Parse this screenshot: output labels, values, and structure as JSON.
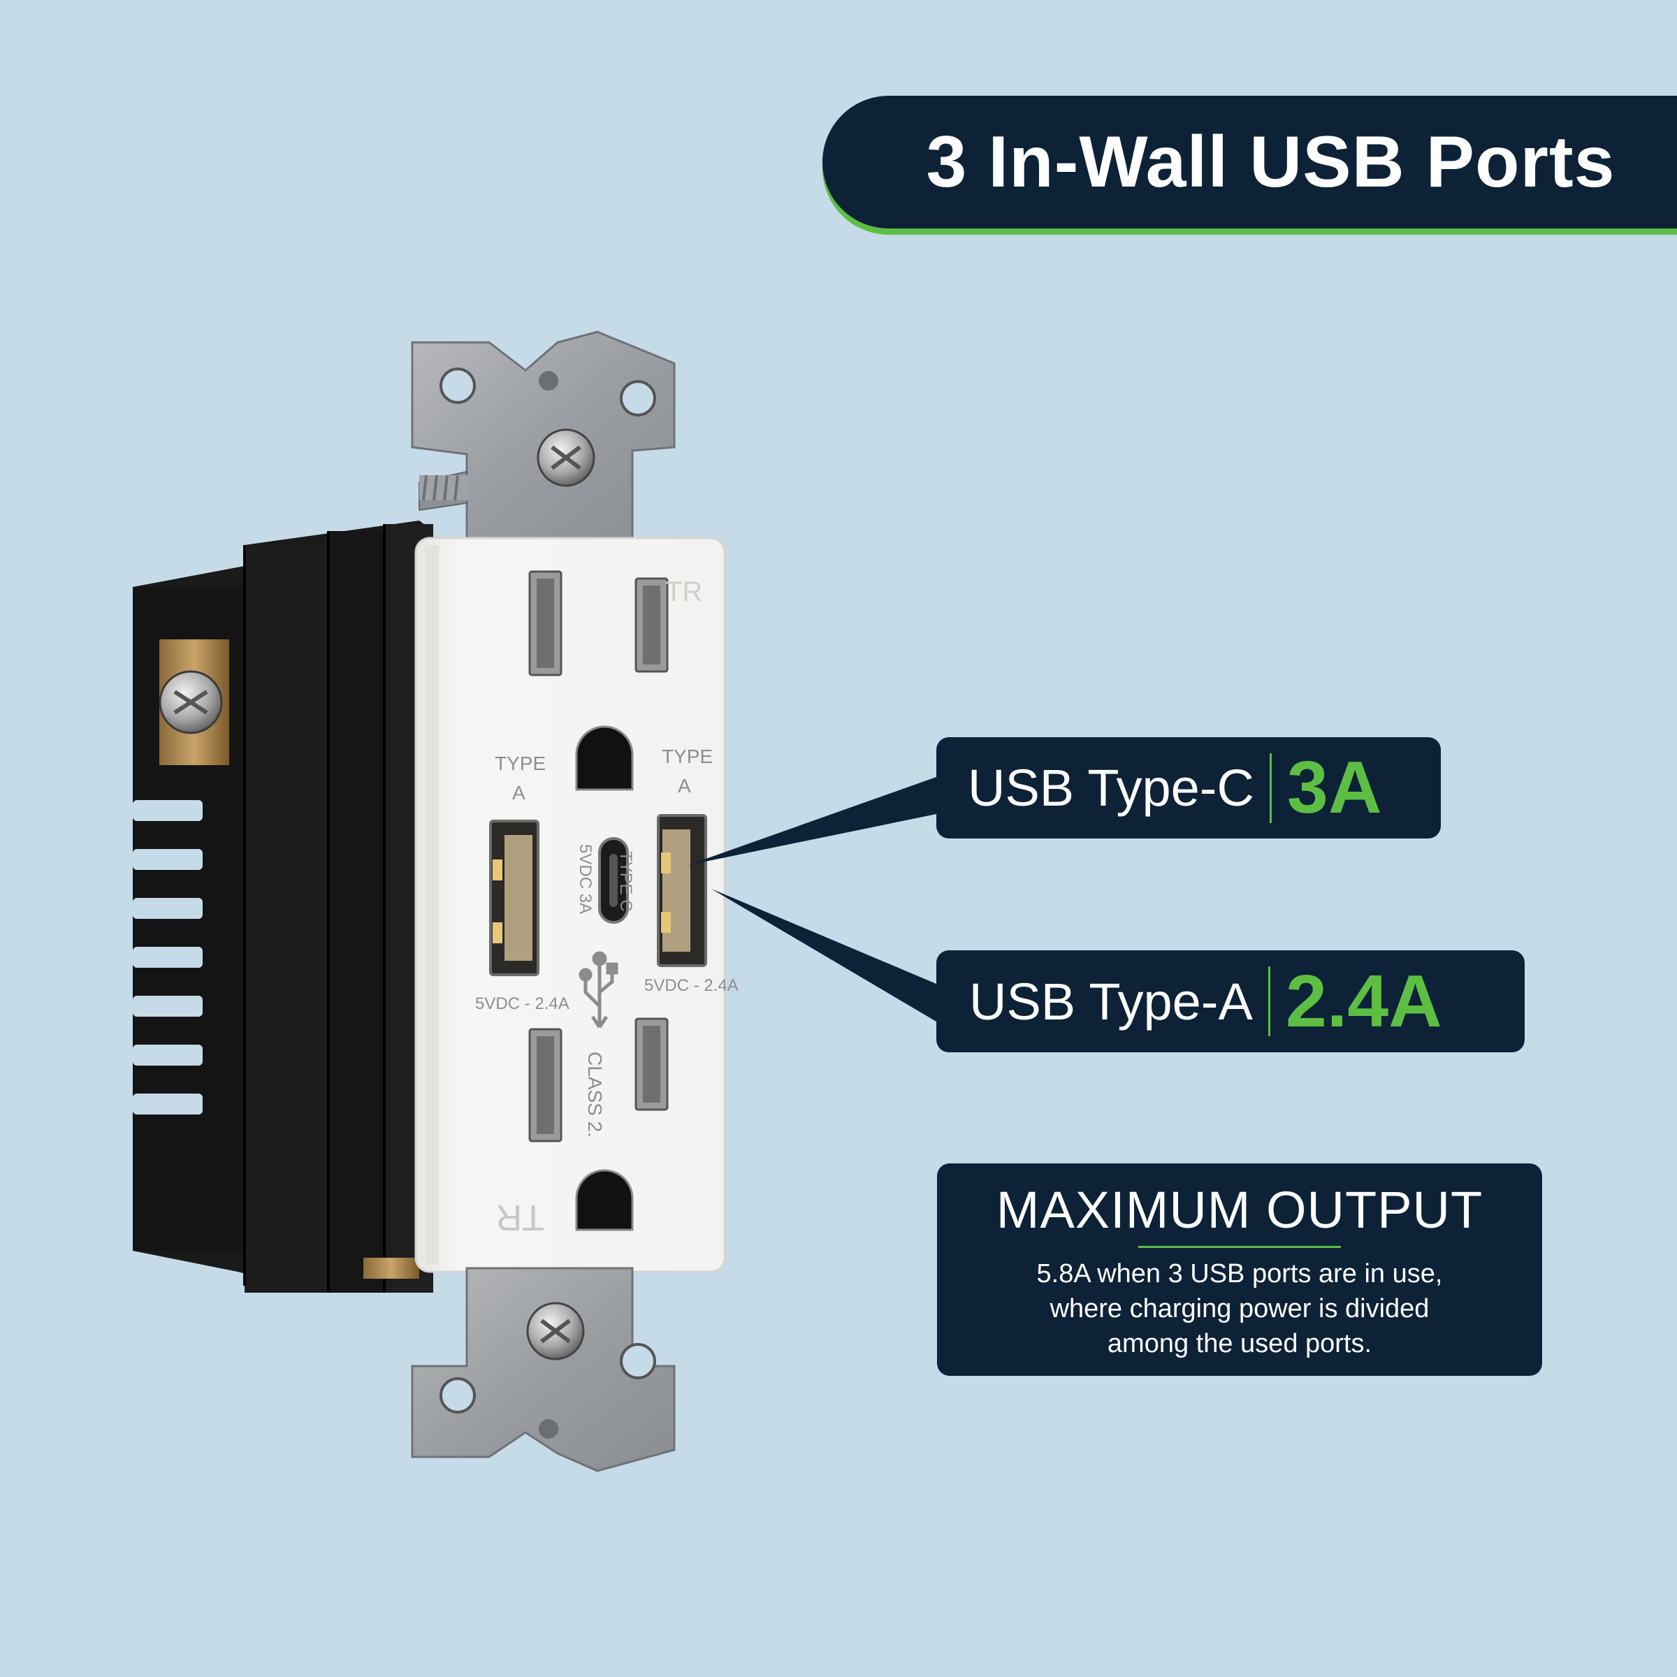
{
  "title": "3 In-Wall USB Ports",
  "specs": [
    {
      "label": "USB Type-C",
      "value": "3A"
    },
    {
      "label": "USB Type-A",
      "value": "2.4A"
    }
  ],
  "max_output": {
    "title": "MAXIMUM OUTPUT",
    "lines": [
      "5.8A when 3 USB ports are in use,",
      "where charging power is divided",
      "among the used ports."
    ]
  },
  "outlet_labels": {
    "tr": "TR",
    "type": "TYPE",
    "a": "A",
    "type_c": "TYPE C",
    "vdc_3a": "5VDC 3A",
    "vdc_24a": "5VDC - 2.4A",
    "class2": "CLASS 2."
  },
  "colors": {
    "background": "#c6dbe8",
    "navy": "#0d2237",
    "green": "#5cbf44",
    "faceplate": "#f4f4f2"
  }
}
